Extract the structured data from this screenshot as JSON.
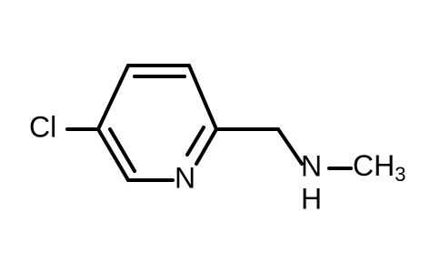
{
  "molecule": {
    "atoms": {
      "chlorine": {
        "symbol": "Cl",
        "color": "#00A000"
      },
      "ring_nitrogen": {
        "symbol": "N",
        "color": "#0000FF"
      },
      "amine_nitrogen": {
        "symbol": "N",
        "color": "#0000FF"
      },
      "amine_hydrogen": {
        "symbol": "H",
        "color": "#0000FF"
      },
      "methyl": {
        "symbol": "CH",
        "subscript": "3",
        "color": "#000000"
      }
    },
    "bond_color": "#000000"
  }
}
